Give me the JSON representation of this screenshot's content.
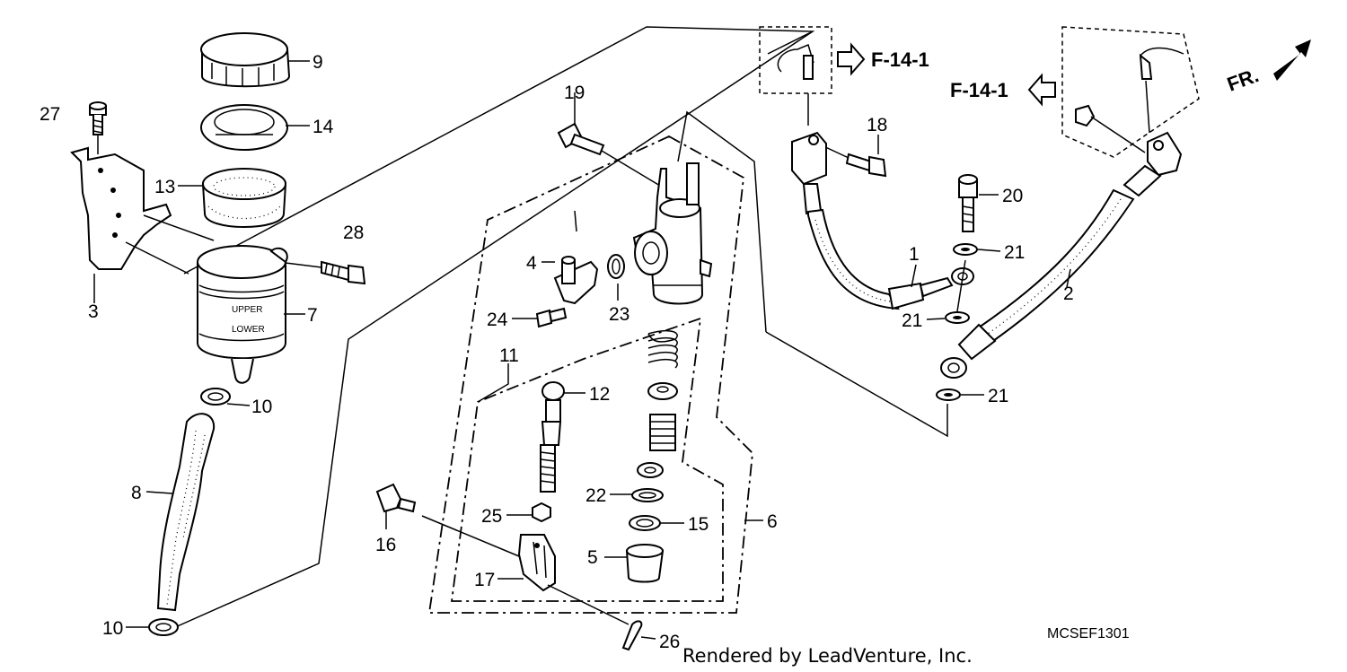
{
  "diagram": {
    "code": "MCSEF1301",
    "credit": "Rendered by LeadVenture, Inc.",
    "front_marker": "FR.",
    "ref_label": "F-14-1",
    "callouts": {
      "p1": "1",
      "p2": "2",
      "p3": "3",
      "p4": "4",
      "p5": "5",
      "p6": "6",
      "p7": "7",
      "p8": "8",
      "p9": "9",
      "p10a": "10",
      "p10b": "10",
      "p11": "11",
      "p12": "12",
      "p13": "13",
      "p14": "14",
      "p15": "15",
      "p16": "16",
      "p17": "17",
      "p18": "18",
      "p19": "19",
      "p20": "20",
      "p21a": "21",
      "p21b": "21",
      "p21c": "21",
      "p22": "22",
      "p23": "23",
      "p24": "24",
      "p25": "25",
      "p26": "26",
      "p27": "27",
      "p28": "28"
    },
    "reservoir_text": {
      "upper": "UPPER",
      "lower": "LOWER"
    }
  }
}
